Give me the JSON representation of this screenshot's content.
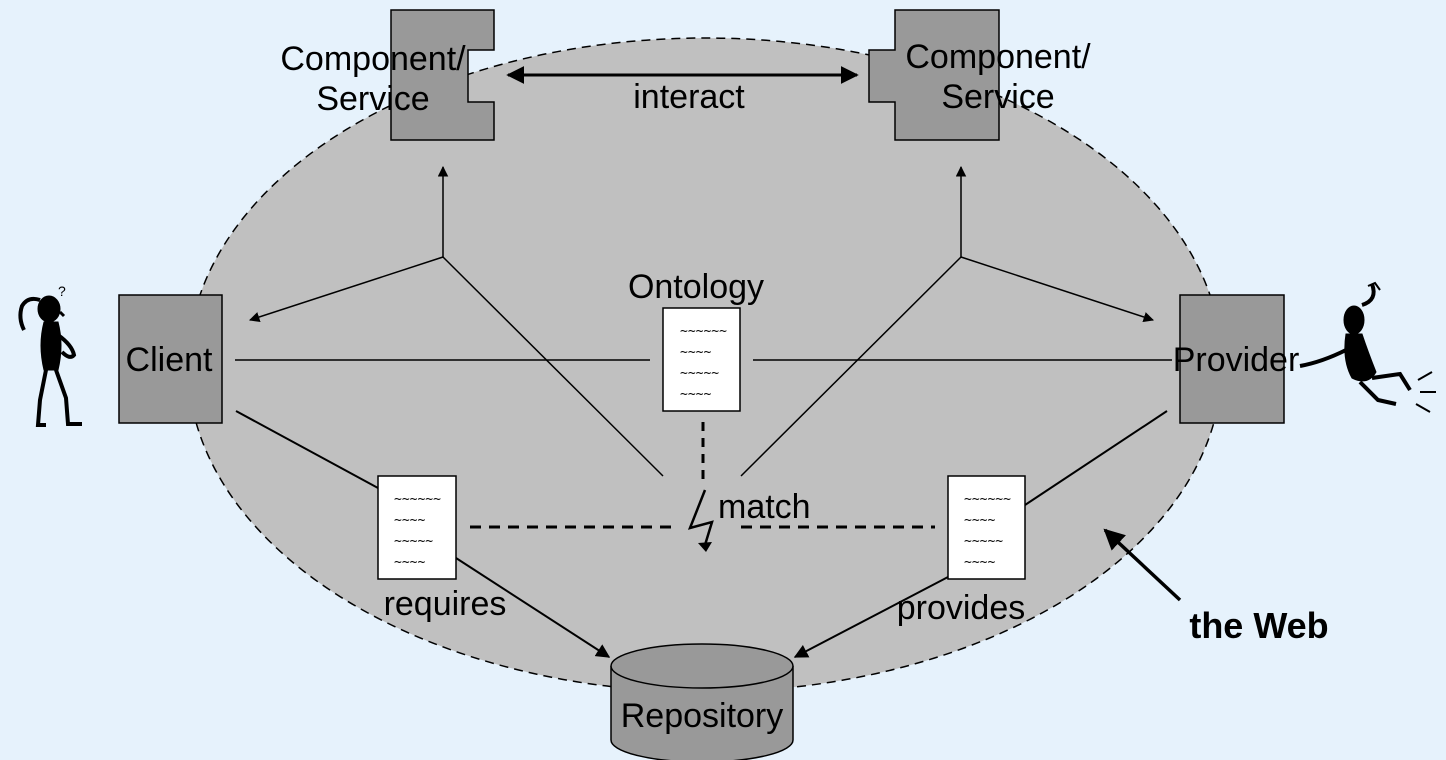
{
  "diagram": {
    "web_label": "the Web",
    "left_component": {
      "line1": "Component/",
      "line2": "Service"
    },
    "right_component": {
      "line1": "Component/",
      "line2": "Service"
    },
    "interact_label": "interact",
    "ontology_label": "Ontology",
    "client_label": "Client",
    "provider_label": "Provider",
    "match_label": "match",
    "requires_label": "requires",
    "provides_label": "provides",
    "repository_label": "Repository",
    "doc_lines": [
      "~~~~~~",
      "~~~~",
      "~~~~~",
      "~~~~"
    ]
  },
  "colors": {
    "background": "#e6f2fc",
    "web_fill": "#c0c0c0",
    "box_fill": "#999999",
    "document_fill": "#ffffff"
  },
  "icons": [
    "confused-person-icon",
    "waving-person-icon",
    "lightning-icon",
    "database-icon"
  ]
}
